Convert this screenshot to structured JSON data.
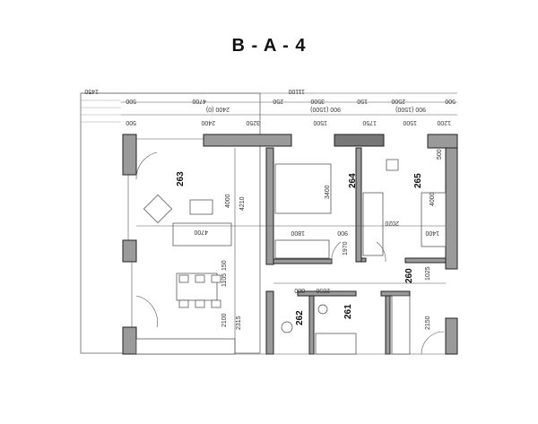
{
  "title": "B - A - 4",
  "rooms": [
    "263",
    "264",
    "265",
    "260",
    "261",
    "262"
  ],
  "dims_top": {
    "row0": [
      "1450",
      "11100"
    ],
    "row1": [
      "500",
      "4700",
      "250",
      "3500",
      "150",
      "2500",
      "500"
    ],
    "row2": [
      "2400 (0)",
      "900 (1500)",
      "900 (1500)"
    ],
    "row3": [
      "500",
      "2400",
      "3250",
      "1500",
      "1750",
      "1500",
      "1200"
    ]
  },
  "dims_inner": [
    "4000",
    "4210",
    "4700",
    "3400",
    "1800",
    "900",
    "2020",
    "1400",
    "4000",
    "500",
    "150",
    "1105",
    "2100",
    "2315",
    "2050",
    "800",
    "1025",
    "2150",
    "1970"
  ]
}
